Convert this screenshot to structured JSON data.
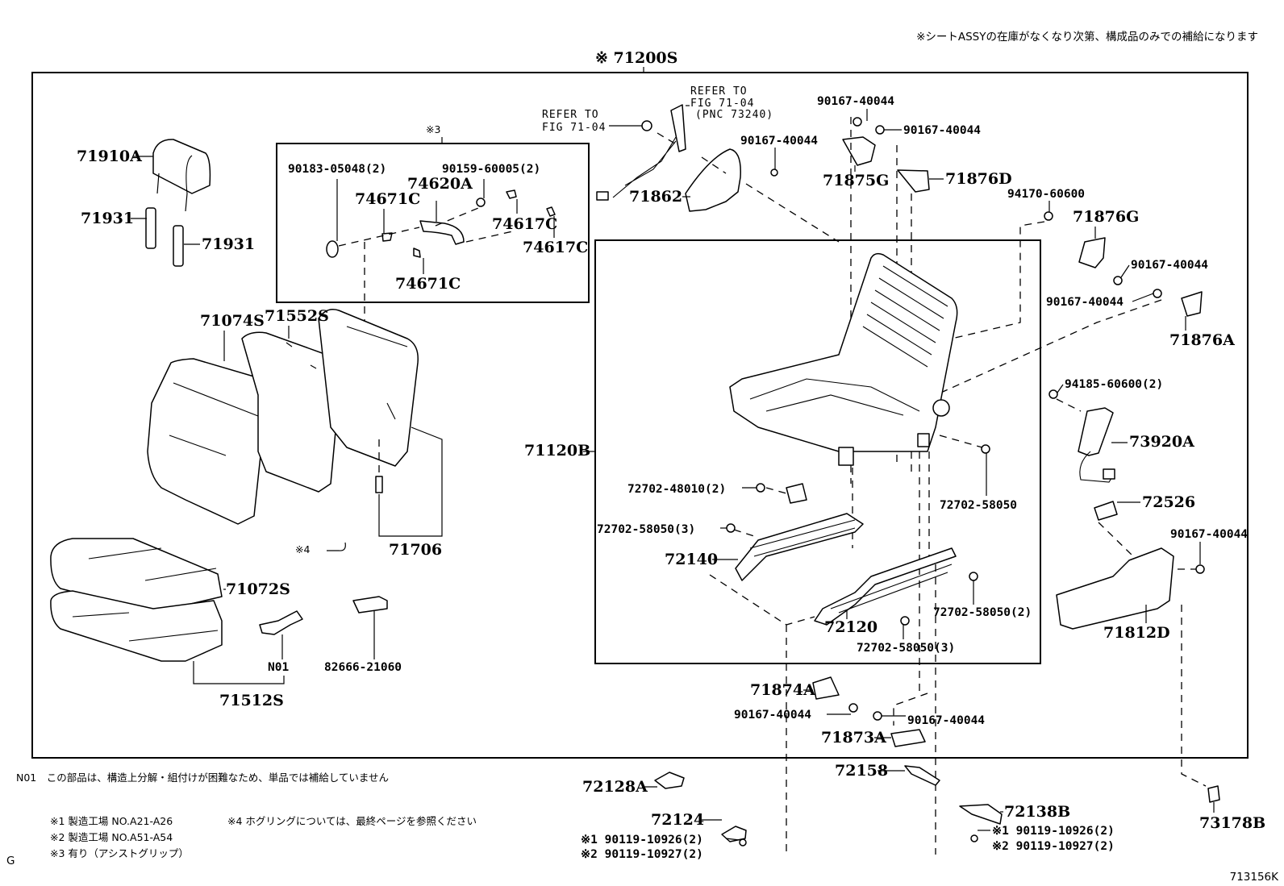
{
  "header": {
    "supply_note": "※シートASSYの在庫がなくなり次第、構成品のみでの補給になります",
    "assembly_label": "※ 71200S"
  },
  "subassembly": {
    "marker": "※3",
    "seat_frame_label": "71120B"
  },
  "refer_notes": [
    {
      "line1": "REFER TO",
      "line2": "FIG 71-04",
      "line3": ""
    },
    {
      "line1": "REFER TO",
      "line2": "FIG 71-04",
      "line3": "(PNC 73240)"
    }
  ],
  "parts": {
    "headrest": "71910A",
    "headrest_support_1": "71931",
    "headrest_support_2": "71931",
    "screw_90183": "90183-05048(2)",
    "screw_90159": "90159-60005(2)",
    "assist_grip": "74620A",
    "grip_cover_1": "74671C",
    "grip_cover_2": "74671C",
    "grip_cap_1": "74617C",
    "grip_cap_2": "74617C",
    "seatback_cover": "71074S",
    "seatback_pad": "71552S",
    "seatback_board_clip": "71706",
    "hog_ring": "※4",
    "cushion_cover": "71072S",
    "cushion_pad": "71512S",
    "wire_harness": "N01",
    "connector_clamp": "82666-21060",
    "belt_guide": "71862",
    "screw_71862": "90167-40044",
    "screw_71875_top": "90167-40044",
    "screw_71876_top": "90167-40044",
    "hinge_cover_g": "71875G",
    "hinge_cover_d": "71876D",
    "nut_94170": "94170-60600",
    "hinge_cover_g2": "71876G",
    "screw_71876g": "90167-40044",
    "screw_71876a": "90167-40044",
    "hinge_cover_a": "71876A",
    "nut_94185": "94185-60600(2)",
    "side_airbag": "73920A",
    "bolt_48010": "72702-48010(2)",
    "bolt_58050_3a": "72702-58050(3)",
    "adjuster_inner": "72140",
    "bolt_58050_single": "72702-58050",
    "bolt_58050_2": "72702-58050(2)",
    "adjuster_outer": "72120",
    "bolt_58050_3b": "72702-58050(3)",
    "knob": "72526",
    "screw_shield": "90167-40044",
    "side_shield": "71812D",
    "cover_71874": "71874A",
    "screw_71874": "90167-40044",
    "screw_71873": "90167-40044",
    "cover_71873": "71873A",
    "track_cover_72128": "72128A",
    "track_cover_72158": "72158",
    "track_cover_72124": "72124",
    "bolt_a1_left": "※1 90119-10926(2)",
    "bolt_a2_left": "※2 90119-10927(2)",
    "track_cover_72138": "72138B",
    "bolt_a1_right": "※1 90119-10926(2)",
    "bolt_a2_right": "※2 90119-10927(2)",
    "lever_cap": "73178B"
  },
  "footnotes": {
    "n01": "N01　この部品は、構造上分解・組付けが困難なため、単品では補給していません",
    "note1": "※1 製造工場 NO.A21-A26",
    "note2": "※2 製造工場 NO.A51-A54",
    "note3": "※3 有り（アシストグリップ）",
    "note4": "※4 ホグリングについては、最終ページを参照ください",
    "page_mark": "G",
    "figure_id": "713156K"
  }
}
